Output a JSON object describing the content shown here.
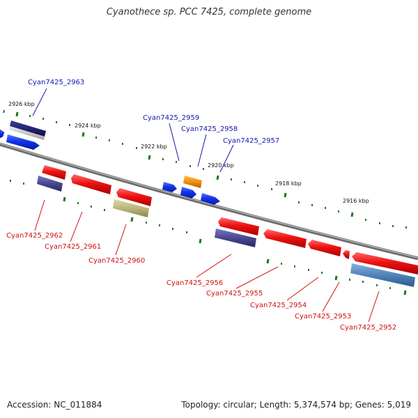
{
  "title": "Cyanothece sp. PCC 7425, complete genome",
  "accession": "Accession: NC_011884",
  "stats": "Topology: circular; Length: 5,374,574 bp; Genes: 5,019",
  "colors": {
    "backbone": "#808080",
    "tick": "#1a7a1a",
    "label_top": "#1515b5",
    "label_bottom": "#d01010",
    "gene_red": "#ee1111",
    "gene_blue": "#1133ee",
    "gene_navy": "#1a1a6e",
    "gene_slate": "#4a4890",
    "gene_olive": "#bcb678",
    "gene_steel": "#4f82b8",
    "gene_orange": "#f0900f",
    "gene_gray": "#c8c8c8"
  },
  "kbp_labels": [
    "2926 kbp",
    "2924 kbp",
    "2922 kbp",
    "2920 kbp",
    "2918 kbp",
    "2916 kbp"
  ],
  "gene_labels_top": [
    "Cyan7425_2963",
    "Cyan7425_2959",
    "Cyan7425_2958",
    "Cyan7425_2957"
  ],
  "gene_labels_bottom": [
    "Cyan7425_2962",
    "Cyan7425_2961",
    "Cyan7425_2960",
    "Cyan7425_2956",
    "Cyan7425_2955",
    "Cyan7425_2954",
    "Cyan7425_2953",
    "Cyan7425_2952"
  ]
}
